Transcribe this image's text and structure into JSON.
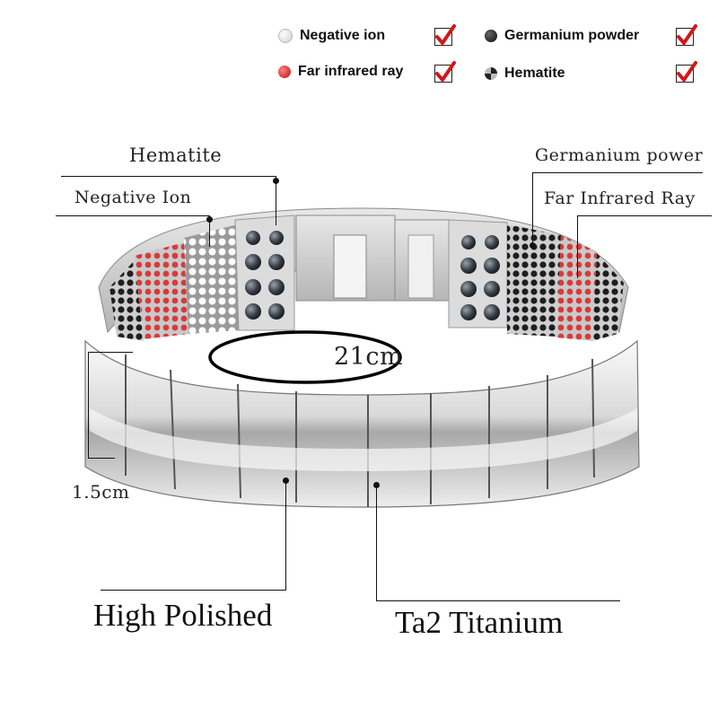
{
  "legend": {
    "items": [
      {
        "label": "Negative ion",
        "dot_color": "#f0f0f0"
      },
      {
        "label": "Germanium powder",
        "dot_color": "#1a1a1a"
      },
      {
        "label": "Far infrared ray",
        "dot_color": "#e03030"
      },
      {
        "label": "Hematite",
        "dot_color": "#3a3a3a"
      }
    ],
    "check_color": "#d01818"
  },
  "callouts": {
    "hematite": "Hematite",
    "negative_ion": "Negative Ion",
    "germanium": "Germanium power",
    "far_infrared": "Far Infrared Ray",
    "circumference": "21cm",
    "width": "1.5cm",
    "finish": "High Polished",
    "material": "Ta2 Titanium"
  },
  "colors": {
    "metal_light": "#f2f2f2",
    "metal_mid": "#c8c8c8",
    "metal_dark": "#8a8a8a",
    "red_insert": "#d84040",
    "black_insert": "#2a2a2a",
    "hematite_bead": "#4a5058"
  }
}
